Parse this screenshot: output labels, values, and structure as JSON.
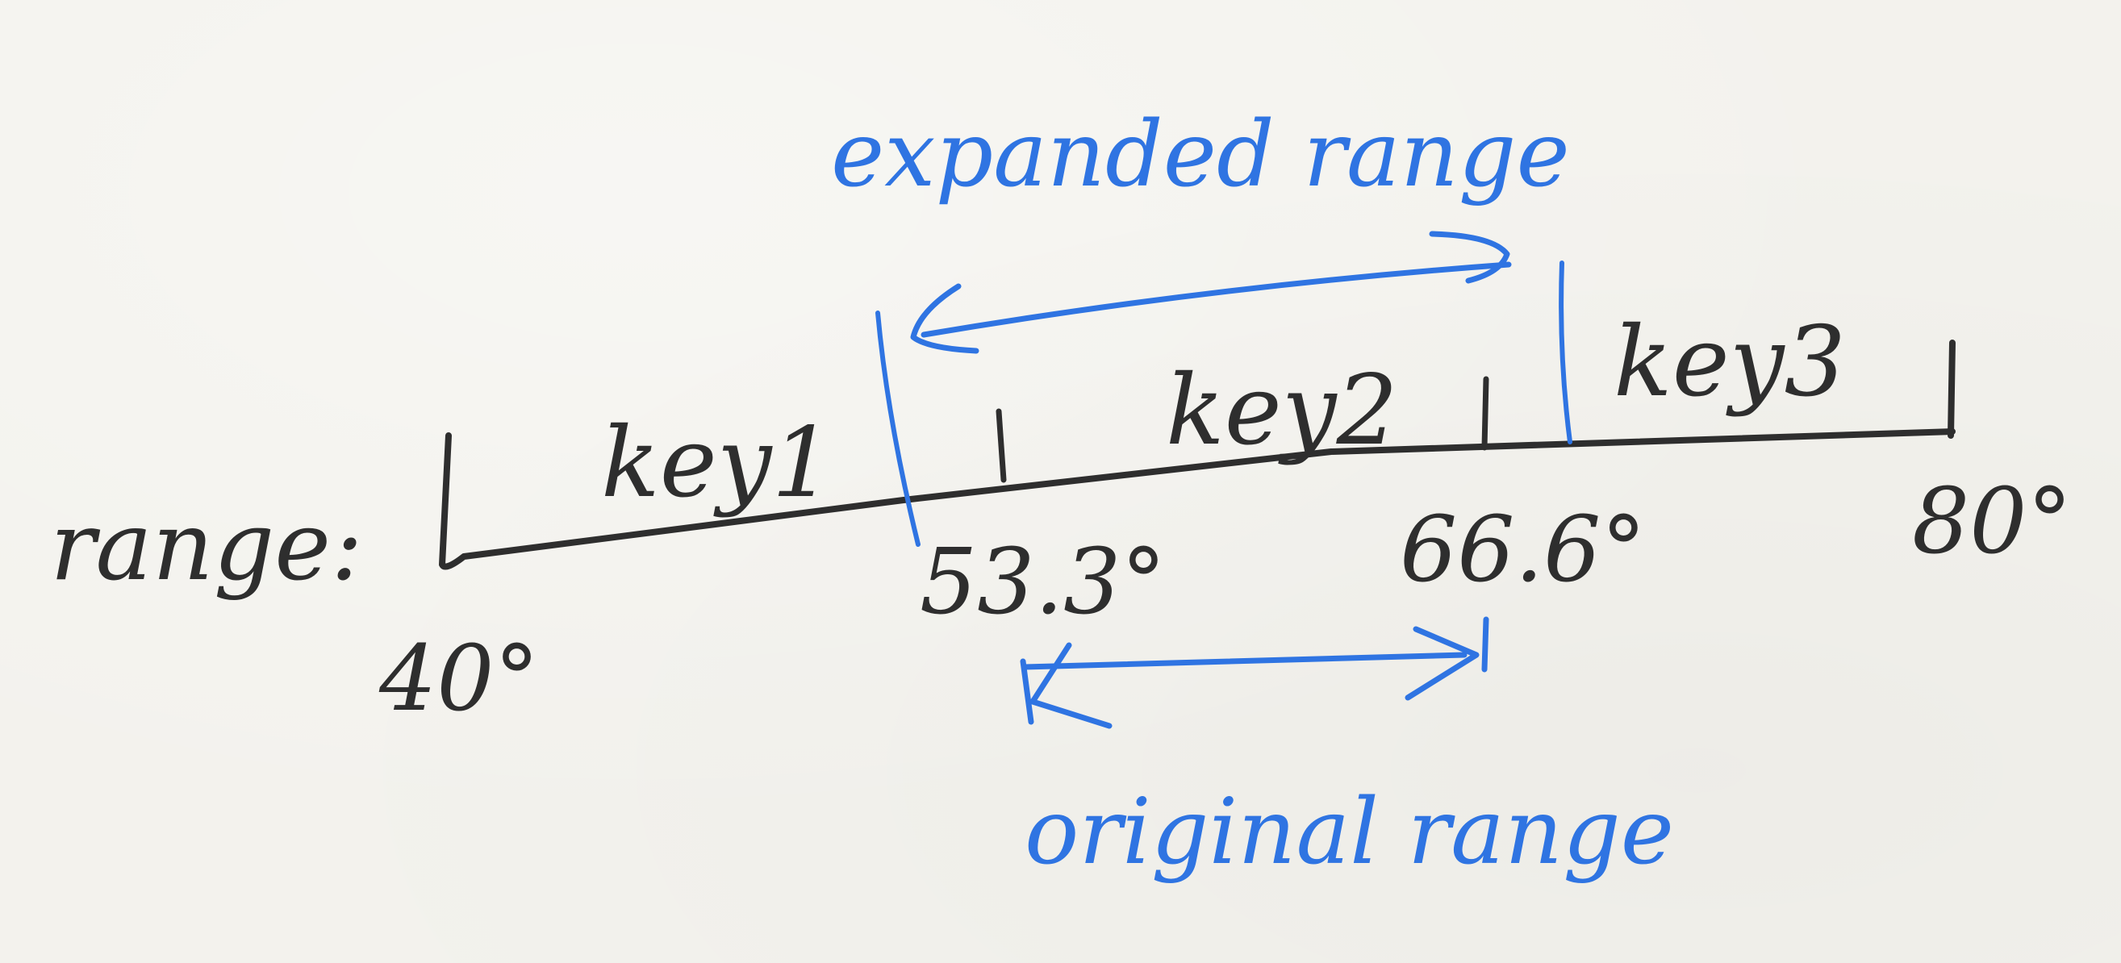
{
  "title_label": "range:",
  "keys": [
    "key1",
    "key2",
    "key3"
  ],
  "ticks": {
    "start": "40°",
    "t1": "53.3°",
    "t2": "66.6°",
    "end": "80°"
  },
  "annotations": {
    "expanded": "expanded range",
    "original": "original range"
  },
  "colors": {
    "ink": "#2e2e2e",
    "accent": "#2f74e2",
    "paper": "#f3f2ed"
  }
}
